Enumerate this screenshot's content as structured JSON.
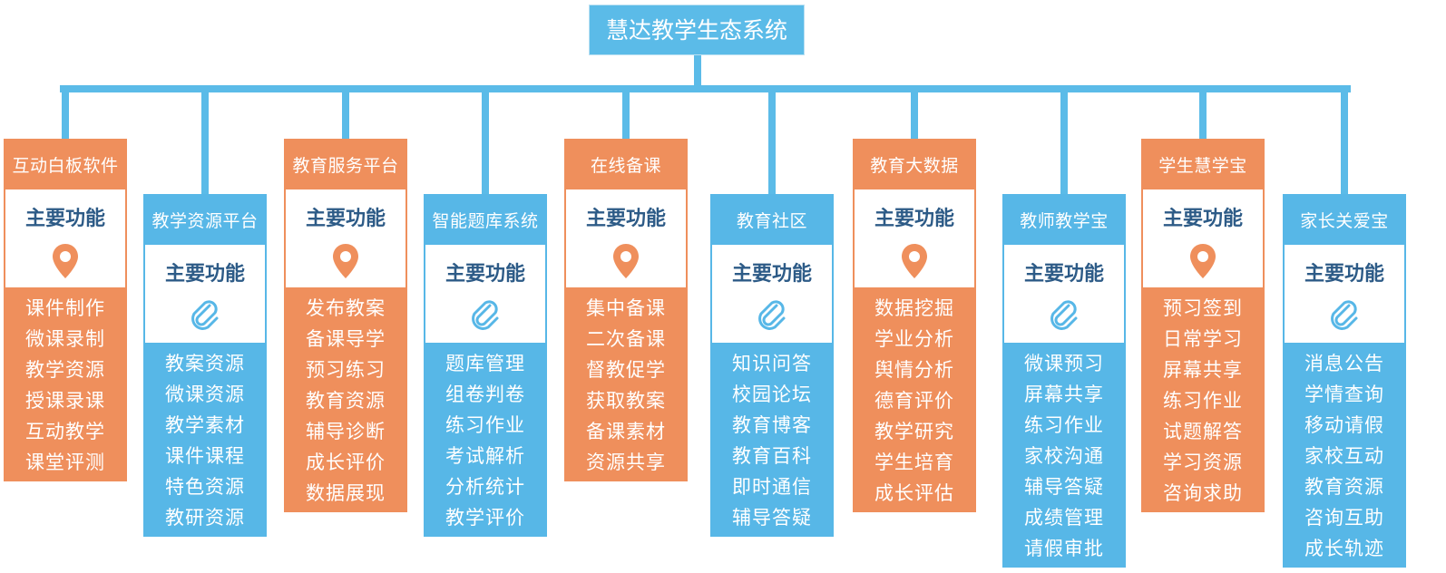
{
  "root": {
    "title": "慧达教学生态系统"
  },
  "colors": {
    "orange": "#ef8f5c",
    "blue": "#57b7e7",
    "connector": "#5bbbe8",
    "label": "#2d5b87"
  },
  "columns": [
    {
      "title": "互动白板软件",
      "section_label": "主要功能",
      "icon": "location-pin-icon",
      "color": "orange",
      "items": [
        "课件制作",
        "微课录制",
        "教学资源",
        "授课录课",
        "互动教学",
        "课堂评测"
      ]
    },
    {
      "title": "教学资源平台",
      "section_label": "主要功能",
      "icon": "paperclip-icon",
      "color": "blue",
      "items": [
        "教案资源",
        "微课资源",
        "教学素材",
        "课件课程",
        "特色资源",
        "教研资源"
      ]
    },
    {
      "title": "教育服务平台",
      "section_label": "主要功能",
      "icon": "location-pin-icon",
      "color": "orange",
      "items": [
        "发布教案",
        "备课导学",
        "预习练习",
        "教育资源",
        "辅导诊断",
        "成长评价",
        "数据展现"
      ]
    },
    {
      "title": "智能题库系统",
      "section_label": "主要功能",
      "icon": "paperclip-icon",
      "color": "blue",
      "items": [
        "题库管理",
        "组卷判卷",
        "练习作业",
        "考试解析",
        "分析统计",
        "教学评价"
      ]
    },
    {
      "title": "在线备课",
      "section_label": "主要功能",
      "icon": "location-pin-icon",
      "color": "orange",
      "items": [
        "集中备课",
        "二次备课",
        "督教促学",
        "获取教案",
        "备课素材",
        "资源共享"
      ]
    },
    {
      "title": "教育社区",
      "section_label": "主要功能",
      "icon": "paperclip-icon",
      "color": "blue",
      "items": [
        "知识问答",
        "校园论坛",
        "教育博客",
        "教育百科",
        "即时通信",
        "辅导答疑"
      ]
    },
    {
      "title": "教育大数据",
      "section_label": "主要功能",
      "icon": "location-pin-icon",
      "color": "orange",
      "items": [
        "数据挖掘",
        "学业分析",
        "舆情分析",
        "德育评价",
        "教学研究",
        "学生培育",
        "成长评估"
      ]
    },
    {
      "title": "教师教学宝",
      "section_label": "主要功能",
      "icon": "paperclip-icon",
      "color": "blue",
      "items": [
        "微课预习",
        "屏幕共享",
        "练习作业",
        "家校沟通",
        "辅导答疑",
        "成绩管理",
        "请假审批"
      ]
    },
    {
      "title": "学生慧学宝",
      "section_label": "主要功能",
      "icon": "location-pin-icon",
      "color": "orange",
      "items": [
        "预习签到",
        "日常学习",
        "屏幕共享",
        "练习作业",
        "试题解答",
        "学习资源",
        "咨询求助"
      ]
    },
    {
      "title": "家长关爱宝",
      "section_label": "主要功能",
      "icon": "paperclip-icon",
      "color": "blue",
      "items": [
        "消息公告",
        "学情查询",
        "移动请假",
        "家校互动",
        "教育资源",
        "咨询互助",
        "成长轨迹"
      ]
    }
  ]
}
